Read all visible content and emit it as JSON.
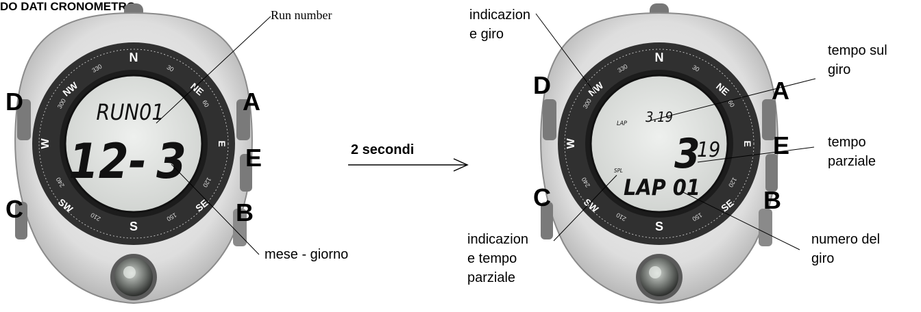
{
  "page_title": "DO DATI CRONOMETRO",
  "transition_label": "2 secondi",
  "watch_left": {
    "buttons": {
      "a": "A",
      "b": "B",
      "c": "C",
      "d": "D",
      "e": "E"
    },
    "display": {
      "line1": "RUN01",
      "line2_left": "12-",
      "line2_right": "3"
    },
    "callouts": {
      "run_number": "Run number",
      "month_day": "mese - giorno"
    }
  },
  "watch_right": {
    "buttons": {
      "a": "A",
      "b": "B",
      "c": "C",
      "d": "D",
      "e": "E"
    },
    "display": {
      "lap_time": "3.19",
      "split_big": "3",
      "split_small": "19",
      "lap_number": "LAP 01",
      "lap_indicator": "LAP",
      "split_indicator": "SPL"
    },
    "callouts": {
      "lap_indication": "indicazion\ne giro",
      "lap_time": "tempo sul\ngiro",
      "split_time": "tempo\nparziale",
      "lap_number": "numero del\ngiro",
      "split_indication": "indicazion\ne tempo\nparziale"
    }
  },
  "compass_marks": {
    "n": "N",
    "ne": "NE",
    "e": "E",
    "se": "SE",
    "s": "S",
    "sw": "SW",
    "w": "W",
    "nw": "NW",
    "d30": "30",
    "d60": "60",
    "d120": "120",
    "d150": "150",
    "d210": "210",
    "d240": "240",
    "d300": "300",
    "d330": "330"
  }
}
